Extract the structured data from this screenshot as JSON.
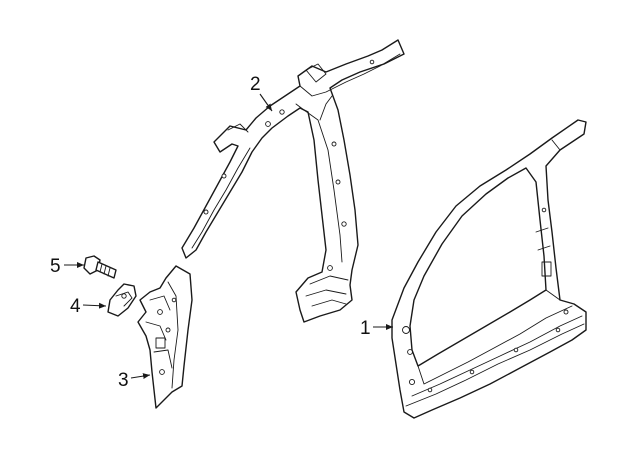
{
  "callouts": [
    {
      "id": "1",
      "text": "1"
    },
    {
      "id": "2",
      "text": "2"
    },
    {
      "id": "3",
      "text": "3"
    },
    {
      "id": "4",
      "text": "4"
    },
    {
      "id": "5",
      "text": "5"
    }
  ],
  "colors": {
    "line": "#1a1a1a",
    "fill": "#ffffff",
    "background": "#ffffff"
  }
}
